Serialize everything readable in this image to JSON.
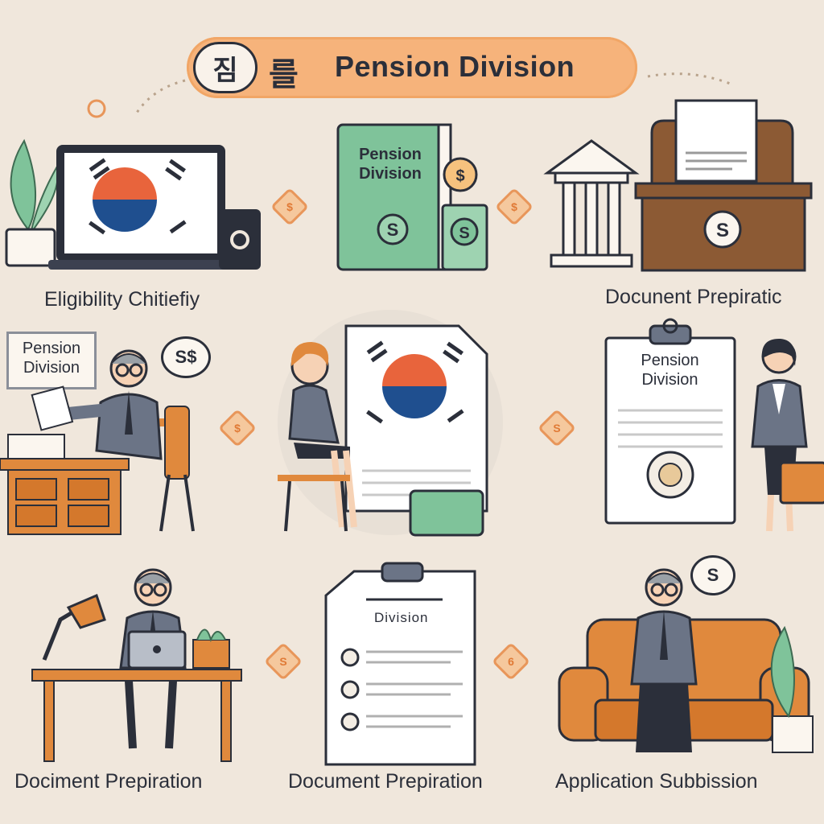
{
  "banner": {
    "badge_text": "짐",
    "glyph_text": "를",
    "title": "Pension Division"
  },
  "labels": {
    "eligibility": "Eligibility Chitiefiy",
    "top_right": "Docunent Prepiratic",
    "bottom_left": "Dociment Prepiration",
    "bottom_center": "Document Prepiration",
    "bottom_right": "Application Subbission"
  },
  "book": {
    "title_line1": "Pension",
    "title_line2": "Division"
  },
  "sign": {
    "line1": "Pension",
    "line2": "Division"
  },
  "speech_bubble_left": "S$",
  "speech_bubble_right": "S",
  "doc_right": {
    "line1": "Pension",
    "line2": "Division"
  },
  "clipboard_bottom": {
    "title": "Division"
  },
  "connectors": [
    "$",
    "$",
    "$",
    "S",
    "S",
    "6"
  ],
  "colors": {
    "background": "#f0e7dc",
    "accent_orange": "#f6b37b",
    "green": "#7fc39a",
    "brown": "#8c5a34",
    "flag_red": "#e8643c",
    "flag_blue": "#1f4f8f"
  }
}
